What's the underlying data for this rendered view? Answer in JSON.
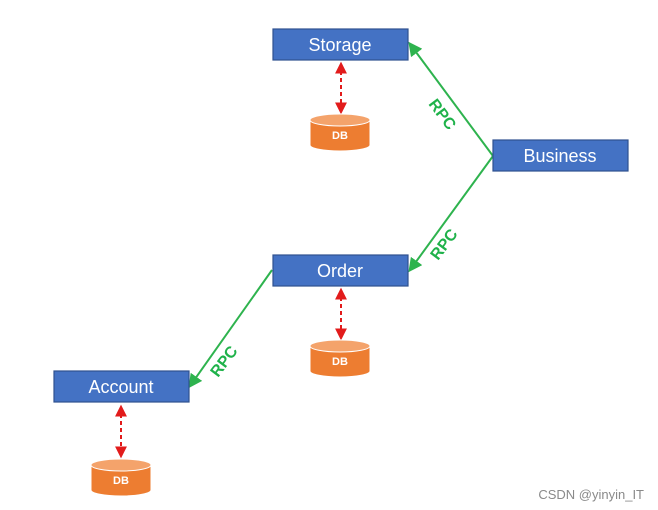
{
  "nodes": {
    "storage": {
      "label": "Storage"
    },
    "business": {
      "label": "Business"
    },
    "order": {
      "label": "Order"
    },
    "account": {
      "label": "Account"
    }
  },
  "databases": {
    "storage_db": {
      "label": "DB"
    },
    "order_db": {
      "label": "DB"
    },
    "account_db": {
      "label": "DB"
    }
  },
  "edges": {
    "business_storage": {
      "label": "RPC"
    },
    "business_order": {
      "label": "RPC"
    },
    "order_account": {
      "label": "RPC"
    }
  },
  "colors": {
    "node_fill": "#4472c4",
    "node_stroke": "#2f528f",
    "db_fill": "#ed7d31",
    "db_top": "#f4a36b",
    "rpc_line": "#2eb34e",
    "db_link": "#e21b1b"
  },
  "watermark": "CSDN @yinyin_IT"
}
